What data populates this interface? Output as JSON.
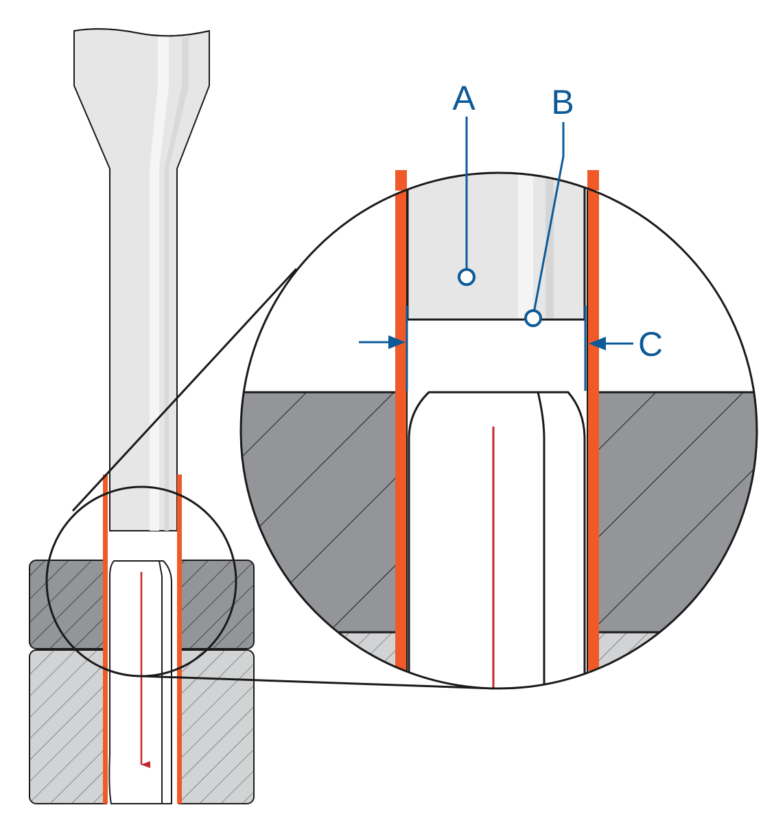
{
  "callouts": [
    {
      "id": "A",
      "label": "A"
    },
    {
      "id": "B",
      "label": "B"
    },
    {
      "id": "C",
      "label": "C"
    }
  ],
  "colors": {
    "outline": "#1a1a1a",
    "punch_fill": "#e6e6e6",
    "punch_highlight": "#f4f4f4",
    "upper_block": "#939598",
    "lower_block": "#d2d3d5",
    "guide_strip": "#ef5a28",
    "callout_blue": "#0d5a98",
    "slug_arrow": "#c2272d",
    "background": "#ffffff"
  },
  "icons": [
    "punch-tool",
    "die-block",
    "guide-strip",
    "magnifier-circle",
    "downward-arrow",
    "clearance-arrow"
  ]
}
